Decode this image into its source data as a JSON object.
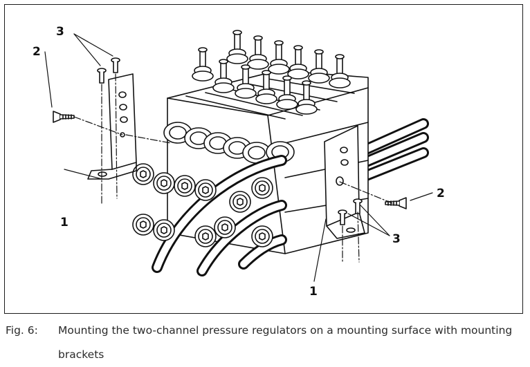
{
  "figure": {
    "callouts": [
      "1",
      "2",
      "3"
    ]
  },
  "caption": {
    "label": "Fig. 6:",
    "text": "Mounting the two-channel pressure regulators on a mounting surface with mounting brackets"
  }
}
